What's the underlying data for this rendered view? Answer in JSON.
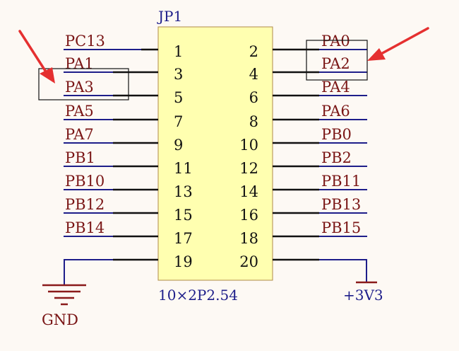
{
  "component": {
    "designator": "JP1",
    "footprint": "10×2P2.54"
  },
  "pins_left": [
    {
      "num": "1",
      "net": "PC13"
    },
    {
      "num": "3",
      "net": "PA1"
    },
    {
      "num": "5",
      "net": "PA3"
    },
    {
      "num": "7",
      "net": "PA5"
    },
    {
      "num": "9",
      "net": "PA7"
    },
    {
      "num": "11",
      "net": "PB1"
    },
    {
      "num": "13",
      "net": "PB10"
    },
    {
      "num": "15",
      "net": "PB12"
    },
    {
      "num": "17",
      "net": "PB14"
    },
    {
      "num": "19",
      "net": ""
    }
  ],
  "pins_right": [
    {
      "num": "2",
      "net": "PA0"
    },
    {
      "num": "4",
      "net": "PA2"
    },
    {
      "num": "6",
      "net": "PA4"
    },
    {
      "num": "8",
      "net": "PA6"
    },
    {
      "num": "10",
      "net": "PB0"
    },
    {
      "num": "12",
      "net": "PB2"
    },
    {
      "num": "14",
      "net": "PB11"
    },
    {
      "num": "16",
      "net": "PB13"
    },
    {
      "num": "18",
      "net": "PB15"
    },
    {
      "num": "20",
      "net": ""
    }
  ],
  "power": {
    "gnd_label": "GND",
    "vcc_label": "+3V3"
  },
  "colors": {
    "body_fill": "#ffffb0",
    "body_stroke": "#b08a4a",
    "pin_wire": "#111111",
    "net_line": "#1e1e8a",
    "net_text": "#7a1616",
    "arrow": "#e53030",
    "highlight_box": "#111111"
  }
}
